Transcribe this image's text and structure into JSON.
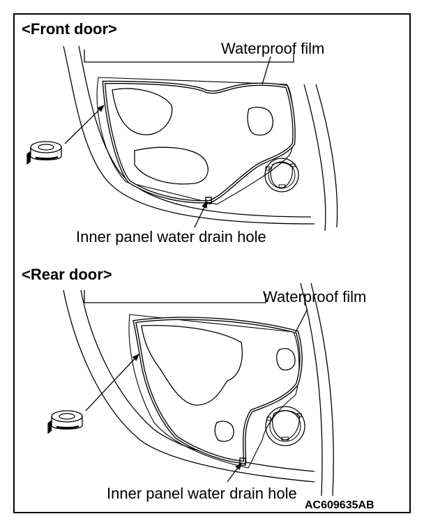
{
  "front": {
    "heading": "<Front door>",
    "film_label": "Waterproof film",
    "drain_label": "Inner panel water drain hole"
  },
  "rear": {
    "heading": "<Rear door>",
    "film_label": "Waterproof film",
    "drain_label": "Inner panel water drain hole"
  },
  "figure_code": "AC609635AB",
  "colors": {
    "line": "#000000",
    "background": "#ffffff"
  }
}
